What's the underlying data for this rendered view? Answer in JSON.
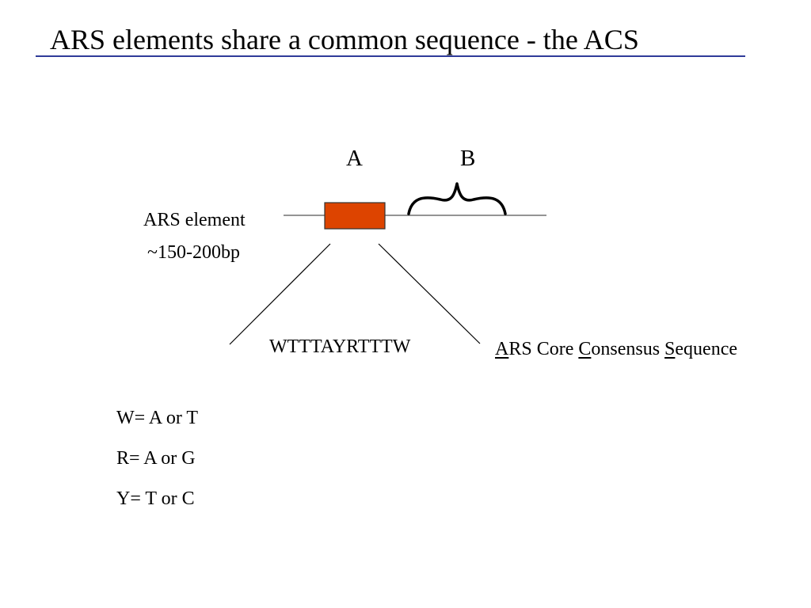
{
  "slide": {
    "title": "ARS elements share a common sequence - the ACS"
  },
  "diagram": {
    "domain_a_label": "A",
    "domain_b_label": "B",
    "ars_element_label": "ARS element",
    "ars_element_size": "~150-200bp",
    "consensus_sequence": "WTTTAYRTTTW",
    "acs_label": {
      "a": "A",
      "rs_core": "RS Core ",
      "c": "C",
      "onsensus": "onsensus ",
      "s": "S",
      "equence": "equence"
    },
    "box_color": "#dd4400",
    "rule_color": "#2f3b99"
  },
  "legend": {
    "w": "W= A or T",
    "r": "R= A or G",
    "y": "Y= T or C"
  }
}
